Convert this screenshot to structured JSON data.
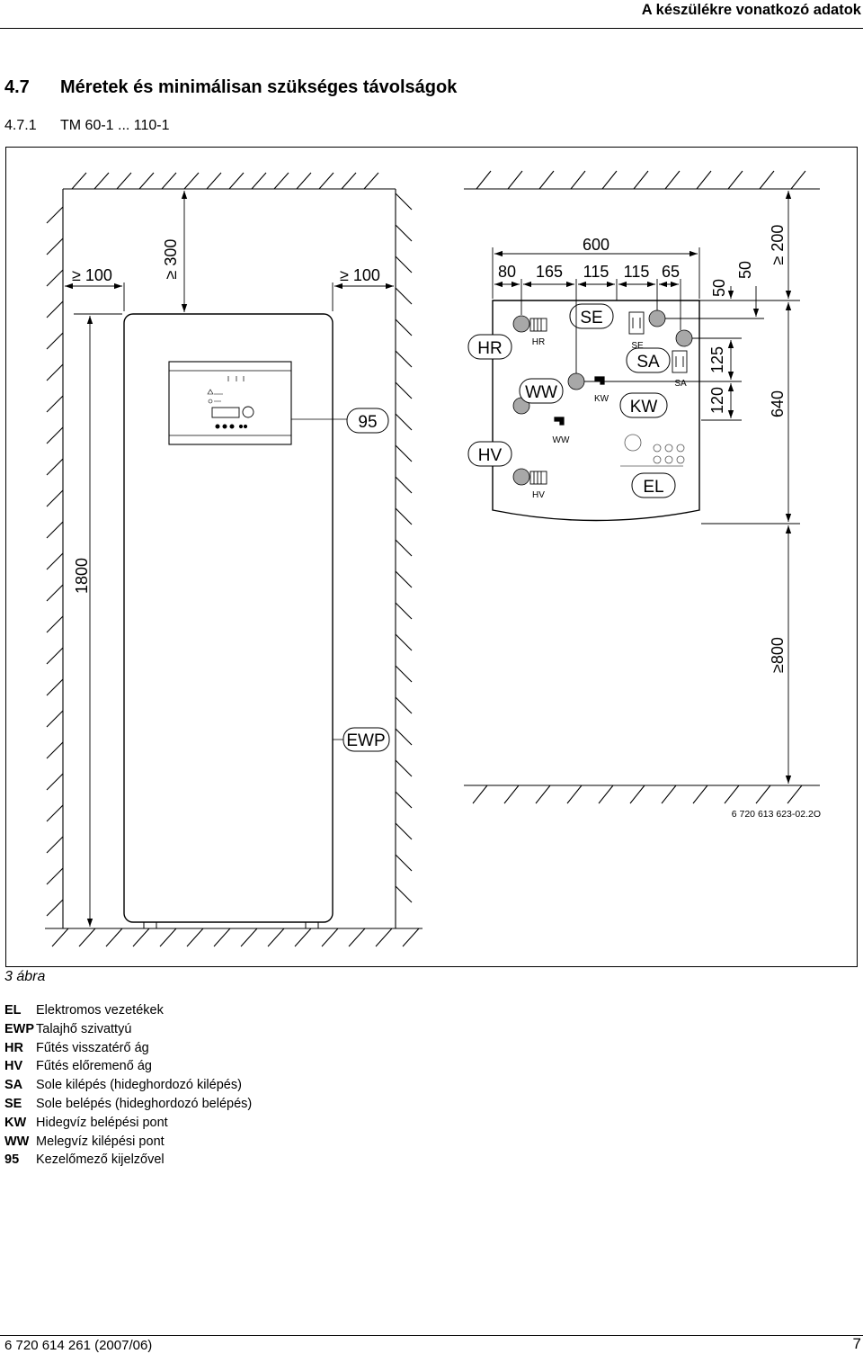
{
  "header": {
    "title": "A készülékre vonatkozó adatok"
  },
  "section": {
    "number": "4.7",
    "title": "Méretek és minimálisan szükséges távolságok"
  },
  "subsection": {
    "number": "4.7.1",
    "title": "TM 60-1 ... 110-1"
  },
  "figure": {
    "caption": "3 ábra",
    "code": "6 720 613 623-02.2O",
    "dimensions": {
      "left_clearance": "≥ 100",
      "top_clearance": "≥ 300",
      "right_clearance": "≥ 100",
      "height": "1800",
      "width_total": "600",
      "w80": "80",
      "w165": "165",
      "w115a": "115",
      "w115b": "115",
      "w65": "65",
      "top_front": "≥ 200",
      "d50a": "50",
      "d50b": "50",
      "d125": "125",
      "d120": "120",
      "d640": "640",
      "front_clearance": "≥800"
    },
    "labels": {
      "HR": "HR",
      "HV": "HV",
      "WW": "WW",
      "SE": "SE",
      "SA": "SA",
      "KW": "KW",
      "EL": "EL",
      "EWP": "EWP",
      "p95": "95",
      "icon_HR": "HR",
      "icon_HV": "HV",
      "icon_WW": "WW",
      "icon_KW": "KW",
      "icon_SE": "SE",
      "icon_SA": "SA"
    }
  },
  "legend": [
    {
      "code": "EL",
      "text": "Elektromos vezetékek"
    },
    {
      "code": "EWP",
      "text": "Talajhő szivattyú"
    },
    {
      "code": "HR",
      "text": "Fűtés visszatérő ág"
    },
    {
      "code": "HV",
      "text": "Fűtés előremenő ág"
    },
    {
      "code": "SA",
      "text": "Sole kilépés (hideghordozó kilépés)"
    },
    {
      "code": "SE",
      "text": "Sole belépés (hideghordozó belépés)"
    },
    {
      "code": "KW",
      "text": "Hidegvíz belépési pont"
    },
    {
      "code": "WW",
      "text": "Melegvíz kilépési pont"
    },
    {
      "code": "95",
      "text": "Kezelőmező kijelzővel"
    }
  ],
  "footer": {
    "doc": "6 720 614 261 (2007/06)",
    "page": "7"
  }
}
